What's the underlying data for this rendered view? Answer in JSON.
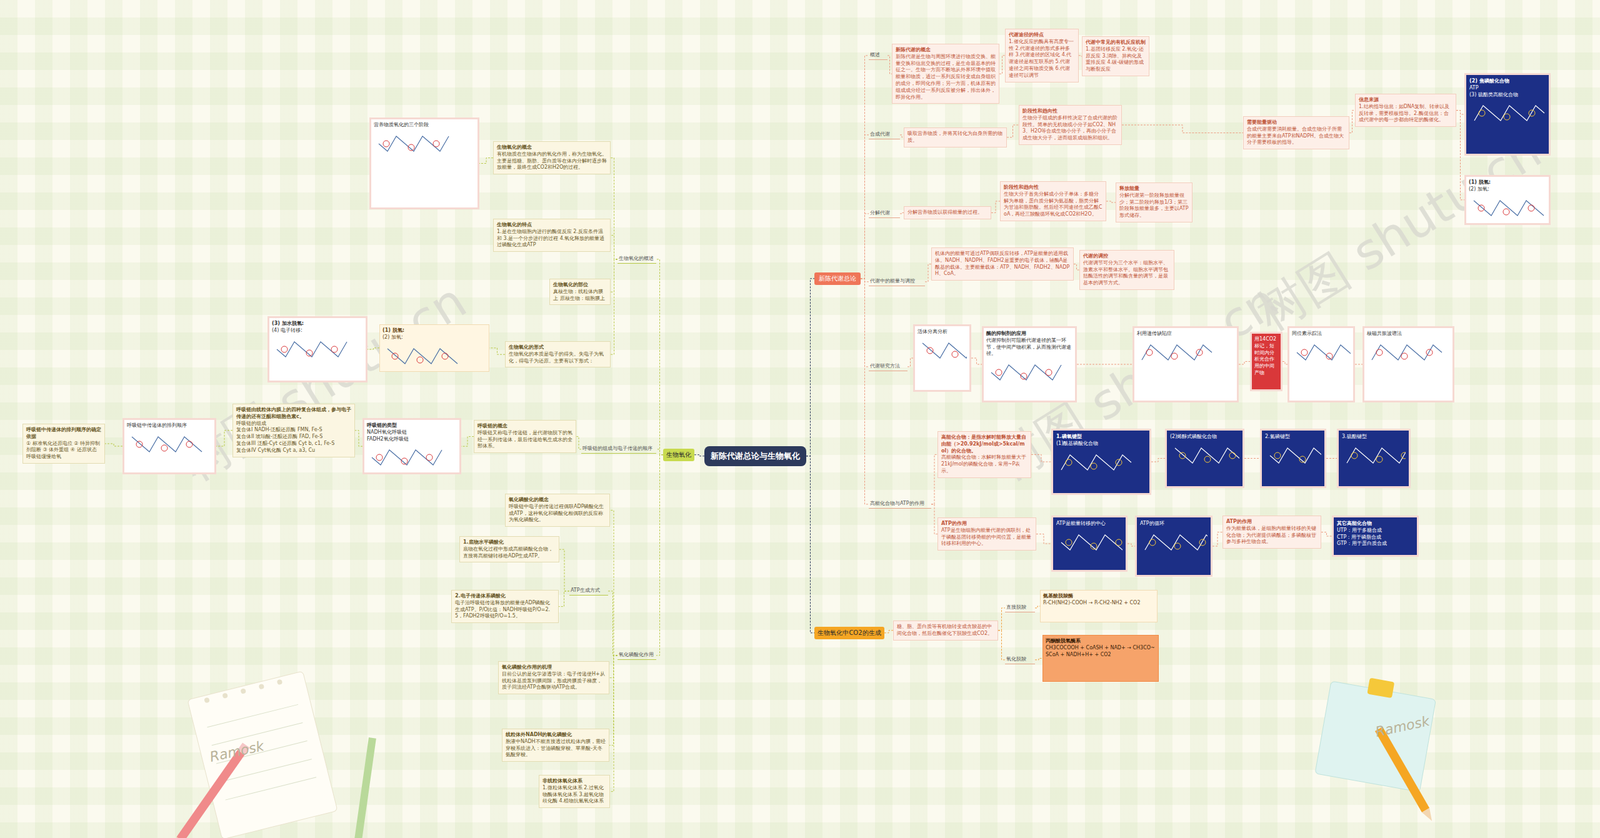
{
  "diagram": {
    "nodes": [
      {
        "text": [
          "新陈代谢总论与生物氧化"
        ]
      },
      {
        "text": [
          "新陈代谢总论"
        ]
      },
      {
        "text": [
          "概述"
        ]
      },
      {
        "text": [
          "新陈代谢的概念",
          "新陈代谢是生物与周围环境进行物质交换、能量交换和信息交换的过程，是生命最基本的特征之一。生物一方面不断地从外界环境中摄取能量和物质，通过一系列反应转变成自身组织的成分，即同化作用；另一方面，机体原有的组成成分经过一系列反应被分解，排出体外，即异化作用。"
        ]
      },
      {
        "text": [
          "代谢途径的特点",
          "1.催化反应的酶具有高度专一性 2.代谢途径的形式多种多样 3.代谢途径的区域化 4.代谢途径是相互联系的 5.代谢途径之间有物质交换 6.代谢途径可以调节"
        ]
      },
      {
        "text": [
          "代谢中常见的有机反应机制",
          "1.基团转移反应 2.氧化-还原反应 3.消除、异构化及重排反应 4.碳-碳键的形成与断裂反应"
        ]
      },
      {
        "text": [
          "合成代谢"
        ]
      },
      {
        "text": [
          "吸取营养物质，并将其转化为自身所需的物质。"
        ]
      },
      {
        "text": [
          "阶段性和趋向性",
          "生物分子组成的多样性决定了合成代谢的阶段性。简单的无机物或小分子如CO2、NH3、H2O等合成生物小分子，再由小分子合成生物大分子，进而组装成细胞和组织。"
        ]
      },
      {
        "text": [
          "需要能量驱动",
          "合成代谢需要消耗能量。合成生物分子所需的能量主要来自ATP和NADPH。合成生物大分子需要模板的指导。"
        ]
      },
      {
        "text": [
          "信息来源",
          "1.结构指导信息：如DNA复制、转录以及反转录，需要模板指导。2.酶促信息：合成代谢中的每一步都由特定的酶催化。"
        ]
      },
      {
        "text": [
          "(2) 焦磷酸化合物",
          "ATP",
          "(3) 硫酯类高能化合物"
        ]
      },
      {
        "text": [
          "(1) 脱氢:",
          "(2) 加氧:"
        ]
      },
      {
        "text": [
          "分解代谢"
        ]
      },
      {
        "text": [
          "分解营养物质以获得能量的过程。"
        ]
      },
      {
        "text": [
          "阶段性和趋向性",
          "生物大分子首先分解成小分子单体：多糖分解为单糖，蛋白质分解为氨基酸，脂类分解为甘油和脂肪酸。然后经不同途径生成乙酰CoA，再经三羧酸循环氧化成CO2和H2O。"
        ]
      },
      {
        "text": [
          "释放能量",
          "分解代谢第一阶段释放能量很少；第二阶段约释放1/3；第三阶段释放能量最多，主要以ATP形式储存。"
        ]
      },
      {
        "text": [
          "代谢中的能量与调控"
        ]
      },
      {
        "text": [
          "机体内的能量可通过ATP偶联反应转移，ATP是能量的通用载体。NADH、NADPH、FADH2是重要的电子载体，辅酶A是酰基的载体。主要能量载体：ATP、NADH、FADH2、NADPH、CoA。"
        ]
      },
      {
        "text": [
          "代谢的调控",
          "代谢调节可分为三个水平：细胞水平、激素水平和整体水平。细胞水平调节包括酶活性的调节和酶含量的调节，是最基本的调节方式。"
        ]
      },
      {
        "text": [
          "代谢研究方法"
        ]
      },
      {
        "text": [
          "活体分离分析"
        ]
      },
      {
        "text": [
          "酶的抑制剂的应用",
          "代谢抑制剂可阻断代谢途径的某一环节，使中间产物积累，从而推测代谢途径。"
        ]
      },
      {
        "text": [
          "利用遗传缺陷症"
        ]
      },
      {
        "text": [
          "用14CO2标记，短时间内分析光合作用的中间产物"
        ]
      },
      {
        "text": [
          "同位素示踪法"
        ]
      },
      {
        "text": [
          "核磁共振波谱法"
        ]
      },
      {
        "text": [
          "高能化合物与ATP的作用"
        ]
      },
      {
        "text": [
          "高能化合物：是指水解时能释放大量自由能（>20.92kJ/mol或>5kcal/mol）的化合物。",
          "高能磷酸化合物：水解时释放能量大于21kJ/mol的磷酸化合物，常用~P表示。"
        ]
      },
      {
        "text": [
          "1.磷氧键型",
          "(1)酰基磷酸化合物"
        ]
      },
      {
        "text": [
          "(2)烯醇式磷酸化合物"
        ]
      },
      {
        "text": [
          "2.氮磷键型"
        ]
      },
      {
        "text": [
          "3.硫酯键型"
        ]
      },
      {
        "text": [
          "ATP的作用",
          "ATP是生物细胞内能量代谢的偶联剂，处于磷酸基团转移势能的中间位置，是能量转移和利用的中心。"
        ]
      },
      {
        "text": [
          "ATP是能量转移的中心"
        ]
      },
      {
        "text": [
          "ATP的循环"
        ]
      },
      {
        "text": [
          "ATP的作用",
          "作为能量载体，是细胞内能量转移的关键化合物；为代谢提供磷酰基；多磷酸核苷参与多种生物合成。"
        ]
      },
      {
        "text": [
          "其它高能化合物",
          "UTP：用于多糖合成",
          "CTP：用于磷脂合成",
          "GTP：用于蛋白质合成"
        ]
      },
      {
        "text": [
          "生物氧化中CO2的生成"
        ]
      },
      {
        "text": [
          "糖、脂、蛋白质等有机物转变成含羧基的中间化合物，然后在酶催化下脱羧生成CO2。"
        ]
      },
      {
        "text": [
          "直接脱羧"
        ]
      },
      {
        "text": [
          "氨基酸脱羧酶",
          "R-CH(NH2)-COOH → R-CH2-NH2 + CO2"
        ]
      },
      {
        "text": [
          "氧化脱羧"
        ]
      },
      {
        "text": [
          "丙酮酸脱氢酶系",
          "CH3COCOOH + CoASH + NAD+ → CH3CO~SCoA + NADH+H+ + CO2"
        ]
      },
      {
        "text": [
          "生物氧化"
        ]
      },
      {
        "text": [
          "生物氧化的概述"
        ]
      },
      {
        "text": [
          "营养物质氧化的三个阶段"
        ]
      },
      {
        "text": [
          "生物氧化的概念",
          "有机物质在生物体内的氧化作用，称为生物氧化。主要是指糖、脂肪、蛋白质等在体内分解时逐步释放能量，最终生成CO2和H2O的过程。"
        ]
      },
      {
        "text": [
          "生物氧化的特点",
          "1.是在生物细胞内进行的酶促反应 2.反应条件温和 3.是一个分步进行的过程 4.氧化释放的能量通过磷酸化生成ATP"
        ]
      },
      {
        "text": [
          "生物氧化的部位",
          "真核生物：线粒体内膜上 原核生物：细胞膜上"
        ]
      },
      {
        "text": [
          "生物氧化的形式",
          "生物氧化的本质是电子的得失。失电子为氧化，得电子为还原。主要有以下形式："
        ]
      },
      {
        "text": [
          "(1) 脱氢:",
          "(2) 加氧:"
        ]
      },
      {
        "text": [
          "(3) 加水脱氢:",
          "(4) 电子转移:"
        ]
      },
      {
        "text": [
          "呼吸链的组成与电子传递的顺序"
        ]
      },
      {
        "text": [
          "呼吸链的概念",
          "呼吸链又称电子传递链，是代谢物脱下的氢经一系列传递体，最后传递给氧生成水的全部体系。"
        ]
      },
      {
        "text": [
          "呼吸链的类型",
          "NADH氧化呼吸链",
          "FADH2氧化呼吸链"
        ]
      },
      {
        "text": [
          "呼吸链由线粒体内膜上的四种复合体组成，参与电子传递的还有泛醌和细胞色素c。",
          "呼吸链的组成",
          "复合体I NADH-泛醌还原酶 FMN, Fe-S",
          "复合体II 琥珀酸-泛醌还原酶 FAD, Fe-S",
          "复合体III 泛醌-Cyt c还原酶 Cyt b, c1, Fe-S",
          "复合体IV Cyt氧化酶 Cyt a, a3, Cu"
        ]
      },
      {
        "text": [
          "呼吸链中传递体的排列顺序"
        ]
      },
      {
        "text": [
          "呼吸链中传递体的排列顺序的确定依据",
          "① 标准氧化还原电位 ② 特异抑制剂阻断 ③ 体外重组 ④ 还原状态呼吸链缓慢给氧"
        ]
      },
      {
        "text": [
          "氧化磷酸化作用"
        ]
      },
      {
        "text": [
          "氧化磷酸化的概念",
          "呼吸链中电子的传递过程偶联ADP磷酸化生成ATP，这种氧化和磷酸化相偶联的反应称为氧化磷酸化。"
        ]
      },
      {
        "text": [
          "ATP生成方式"
        ]
      },
      {
        "text": [
          "1.底物水平磷酸化",
          "底物在氧化过程中形成高能磷酸化合物，直接将高能键转移给ADP生成ATP。"
        ]
      },
      {
        "text": [
          "2.电子传递体系磷酸化",
          "电子沿呼吸链传递释放的能量使ADP磷酸化生成ATP。P/O比值：NADH呼吸链P/O=2.5，FADH2呼吸链P/O=1.5。"
        ]
      },
      {
        "text": [
          "氧化磷酸化作用的机理",
          "目前公认的是化学渗透学说：电子传递使H+从线粒体基质泵到膜间隙，形成跨膜质子梯度，质子回流经ATP合酶驱动ATP合成。"
        ]
      },
      {
        "text": [
          "线粒体外NADH的氧化磷酸化",
          "胞液中NADH不能直接透过线粒体内膜，需经穿梭系统进入：甘油磷酸穿梭、苹果酸-天冬氨酸穿梭。"
        ]
      },
      {
        "text": [
          "非线粒体氧化体系",
          "1.微粒体氧化体系 2.过氧化物酶体氧化体系 3.超氧化物歧化酶 4.植物抗氰氧化体系"
        ]
      }
    ],
    "edges": [
      {
        "from": 0,
        "to": 1,
        "arrow": "none"
      },
      {
        "from": 0,
        "to": 38,
        "arrow": "none"
      },
      {
        "from": 0,
        "to": 44,
        "arrow": "none"
      },
      {
        "from": 1,
        "to": 2,
        "arrow": "none"
      },
      {
        "from": 1,
        "to": 6,
        "arrow": "none"
      },
      {
        "from": 1,
        "to": 13,
        "arrow": "none"
      },
      {
        "from": 1,
        "to": 17,
        "arrow": "none"
      },
      {
        "from": 1,
        "to": 20,
        "arrow": "none"
      },
      {
        "from": 1,
        "to": 27,
        "arrow": "none"
      },
      {
        "from": 2,
        "to": 3,
        "arrow": "none"
      },
      {
        "from": 3,
        "to": 4,
        "arrow": "none"
      },
      {
        "from": 4,
        "to": 5,
        "arrow": "none"
      },
      {
        "from": 6,
        "to": 7,
        "arrow": "none"
      },
      {
        "from": 7,
        "to": 8,
        "arrow": "none"
      },
      {
        "from": 8,
        "to": 9,
        "arrow": "none"
      },
      {
        "from": 9,
        "to": 10,
        "arrow": "none"
      },
      {
        "from": 10,
        "to": 11,
        "arrow": "none"
      },
      {
        "from": 10,
        "to": 12,
        "arrow": "none"
      },
      {
        "from": 13,
        "to": 14,
        "arrow": "none"
      },
      {
        "from": 14,
        "to": 15,
        "arrow": "none"
      },
      {
        "from": 15,
        "to": 16,
        "arrow": "none"
      },
      {
        "from": 17,
        "to": 18,
        "arrow": "none"
      },
      {
        "from": 18,
        "to": 19,
        "arrow": "none"
      },
      {
        "from": 20,
        "to": 21,
        "arrow": "none"
      },
      {
        "from": 21,
        "to": 22,
        "arrow": "none"
      },
      {
        "from": 22,
        "to": 23,
        "arrow": "none"
      },
      {
        "from": 23,
        "to": 24,
        "arrow": "none"
      },
      {
        "from": 24,
        "to": 25,
        "arrow": "none"
      },
      {
        "from": 25,
        "to": 26,
        "arrow": "none"
      },
      {
        "from": 27,
        "to": 28,
        "arrow": "none"
      },
      {
        "from": 28,
        "to": 29,
        "arrow": "none"
      },
      {
        "from": 29,
        "to": 30,
        "arrow": "none"
      },
      {
        "from": 30,
        "to": 31,
        "arrow": "none"
      },
      {
        "from": 31,
        "to": 32,
        "arrow": "none"
      },
      {
        "from": 27,
        "to": 33,
        "arrow": "none"
      },
      {
        "from": 33,
        "to": 34,
        "arrow": "none"
      },
      {
        "from": 34,
        "to": 35,
        "arrow": "none"
      },
      {
        "from": 35,
        "to": 36,
        "arrow": "none"
      },
      {
        "from": 36,
        "to": 37,
        "arrow": "none"
      },
      {
        "from": 38,
        "to": 39,
        "arrow": "none"
      },
      {
        "from": 39,
        "to": 40,
        "arrow": "none"
      },
      {
        "from": 40,
        "to": 41,
        "arrow": "none"
      },
      {
        "from": 39,
        "to": 42,
        "arrow": "none"
      },
      {
        "from": 42,
        "to": 43,
        "arrow": "none"
      },
      {
        "from": 44,
        "to": 45,
        "arrow": "none"
      },
      {
        "from": 44,
        "to": 53,
        "arrow": "none"
      },
      {
        "from": 44,
        "to": 59,
        "arrow": "none"
      },
      {
        "from": 45,
        "to": 47,
        "arrow": "none"
      },
      {
        "from": 47,
        "to": 46,
        "arrow": "none"
      },
      {
        "from": 45,
        "to": 48,
        "arrow": "none"
      },
      {
        "from": 45,
        "to": 49,
        "arrow": "none"
      },
      {
        "from": 45,
        "to": 50,
        "arrow": "none"
      },
      {
        "from": 50,
        "to": 51,
        "arrow": "none"
      },
      {
        "from": 51,
        "to": 52,
        "arrow": "none"
      },
      {
        "from": 53,
        "to": 54,
        "arrow": "none"
      },
      {
        "from": 54,
        "to": 55,
        "arrow": "none"
      },
      {
        "from": 55,
        "to": 56,
        "arrow": "none"
      },
      {
        "from": 56,
        "to": 57,
        "arrow": "none"
      },
      {
        "from": 57,
        "to": 58,
        "arrow": "none"
      },
      {
        "from": 59,
        "to": 60,
        "arrow": "none"
      },
      {
        "from": 59,
        "to": 61,
        "arrow": "none"
      },
      {
        "from": 61,
        "to": 62,
        "arrow": "none"
      },
      {
        "from": 61,
        "to": 63,
        "arrow": "none"
      },
      {
        "from": 59,
        "to": 64,
        "arrow": "none"
      },
      {
        "from": 59,
        "to": 65,
        "arrow": "none"
      },
      {
        "from": 59,
        "to": 66,
        "arrow": "none"
      }
    ],
    "labels": [
      "树图 shutu.cn",
      "树图 shutu.cn",
      "树图 shutu.cn",
      "Ramosk",
      "Ramosk"
    ]
  }
}
